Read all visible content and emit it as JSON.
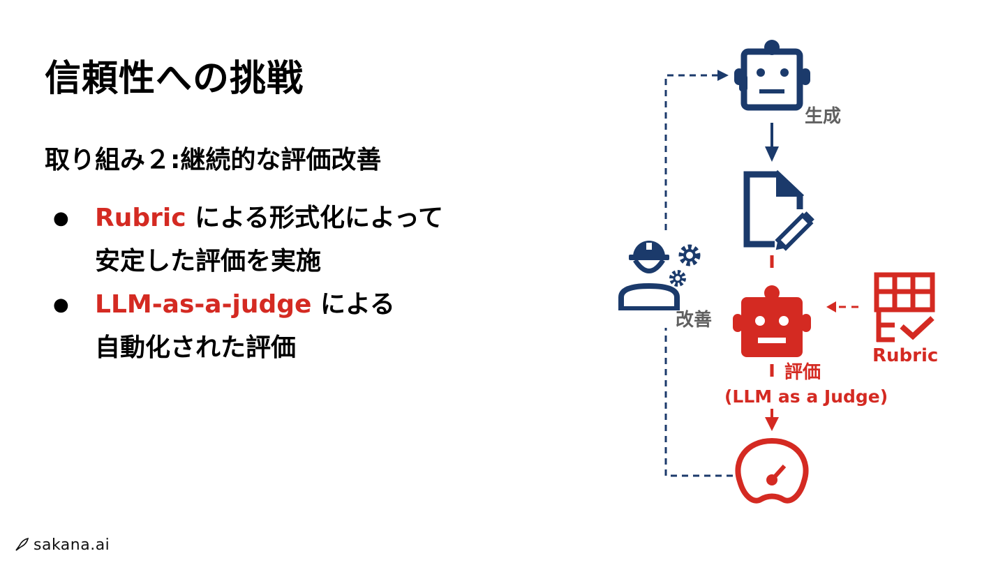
{
  "slide": {
    "title": "信頼性への挑戦",
    "subtitle": "取り組み２:継続的な評価改善",
    "bullets": [
      {
        "accent": "Rubric",
        "line1": " による形式化によって",
        "line2": "安定した評価を実施"
      },
      {
        "accent": "LLM-as-a-judge",
        "line1": " による",
        "line2": "自動化された評価"
      }
    ]
  },
  "diagram": {
    "labels": {
      "generate": "生成",
      "improve": "改善",
      "evaluate": "評価",
      "evaluate_sub": "(LLM as a Judge)",
      "rubric": "Rubric"
    },
    "icons": {
      "generator": "robot-icon",
      "document": "document-edit-icon",
      "judge": "robot-icon",
      "rubric": "rubric-checklist-icon",
      "engineer": "engineer-gears-icon",
      "metric": "speedometer-icon"
    },
    "colors": {
      "navy": "#1b3a6b",
      "red": "#d42a22",
      "gray": "#606060"
    }
  },
  "footer": {
    "logo_text": "sakana.ai",
    "logo_icon": "fish-icon"
  }
}
